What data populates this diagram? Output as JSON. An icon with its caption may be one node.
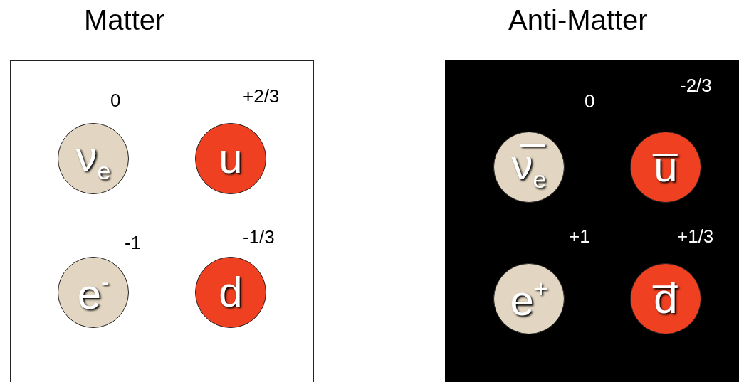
{
  "diagram": {
    "nodes": [
      {
        "text": [
          "Matter"
        ]
      },
      {
        "text": [
          "ν$_{e}$"
        ],
        "in": 0,
        "beside": [
          "0"
        ]
      },
      {
        "text": [
          "u"
        ],
        "in": 0,
        "beside": [
          "+2/3"
        ]
      },
      {
        "text": [
          "e$^{-}$"
        ],
        "in": 0,
        "beside": [
          "-1"
        ]
      },
      {
        "text": [
          "d"
        ],
        "in": 0,
        "beside": [
          "-1/3"
        ]
      },
      {
        "text": [
          "Anti-Matter"
        ]
      },
      {
        "text": [
          "ν̅$_{e}$"
        ],
        "in": 5,
        "beside": [
          "0"
        ]
      },
      {
        "text": [
          "u̅"
        ],
        "in": 5,
        "beside": [
          "-2/3"
        ]
      },
      {
        "text": [
          "e$^{+}$"
        ],
        "in": 5,
        "beside": [
          "+1"
        ]
      },
      {
        "text": [
          "d̅"
        ],
        "in": 5,
        "beside": [
          "+1/3"
        ]
      }
    ],
    "edges": []
  }
}
